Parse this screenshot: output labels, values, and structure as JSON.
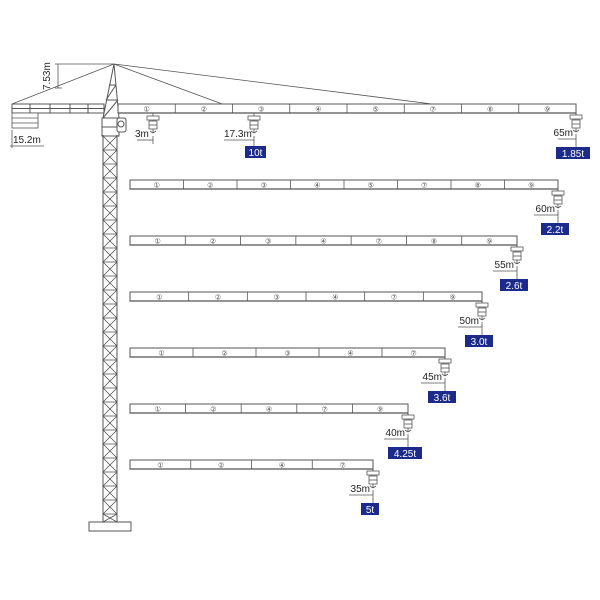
{
  "crane": {
    "top_height_label": "7.53m",
    "counter_jib_label": "15.2m",
    "min_radius_label": "3m",
    "max_load_radius_label": "17.3m",
    "max_load_label": "10t",
    "brand_color": "#1c2a8c",
    "line_color": "#555555"
  },
  "main_jib": {
    "radius_label": "65m",
    "tip_load_label": "1.85t",
    "sections": [
      "①",
      "②",
      "③",
      "④",
      "⑤",
      "⑦",
      "⑧",
      "⑨"
    ]
  },
  "jib_configurations": [
    {
      "radius_label": "60m",
      "tip_load_label": "2.2t",
      "sections": [
        "①",
        "②",
        "③",
        "④",
        "⑤",
        "⑦",
        "⑧",
        "⑨"
      ]
    },
    {
      "radius_label": "55m",
      "tip_load_label": "2.6t",
      "sections": [
        "①",
        "②",
        "③",
        "④",
        "⑦",
        "⑧",
        "⑨"
      ]
    },
    {
      "radius_label": "50m",
      "tip_load_label": "3.0t",
      "sections": [
        "①",
        "②",
        "③",
        "④",
        "⑦",
        "⑨"
      ]
    },
    {
      "radius_label": "45m",
      "tip_load_label": "3.6t",
      "sections": [
        "①",
        "②",
        "③",
        "④",
        "⑦"
      ]
    },
    {
      "radius_label": "40m",
      "tip_load_label": "4.25t",
      "sections": [
        "①",
        "②",
        "④",
        "⑦",
        "⑨"
      ]
    },
    {
      "radius_label": "35m",
      "tip_load_label": "5t",
      "sections": [
        "①",
        "②",
        "④",
        "⑦"
      ]
    }
  ]
}
